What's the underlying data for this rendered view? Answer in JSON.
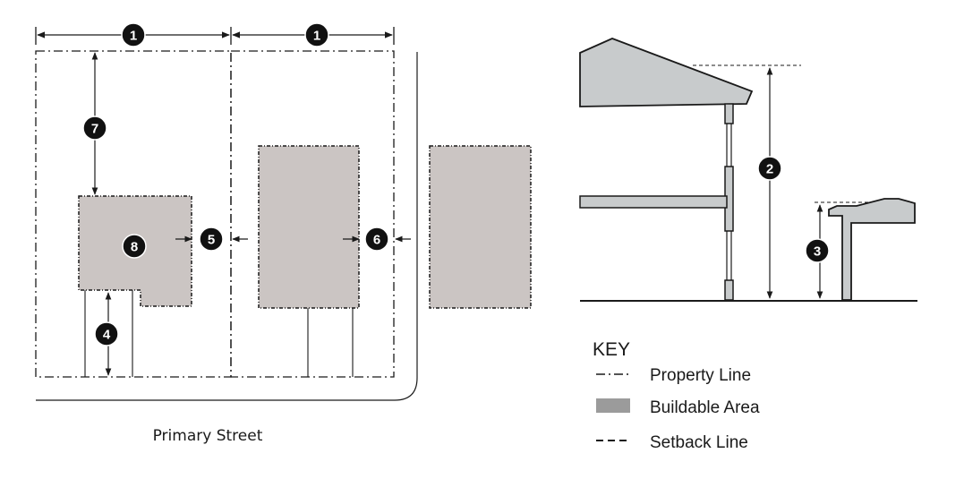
{
  "plan": {
    "street_label": "Primary Street",
    "markers": [
      "1",
      "1",
      "7",
      "8",
      "5",
      "6",
      "4"
    ]
  },
  "section": {
    "markers": [
      "2",
      "3"
    ]
  },
  "key": {
    "title": "KEY",
    "items": [
      {
        "label": "Property Line",
        "symbol": "dash-dot-line"
      },
      {
        "label": "Buildable Area",
        "symbol": "gray-swatch"
      },
      {
        "label": "Setback Line",
        "symbol": "dashed-line"
      }
    ]
  },
  "colors": {
    "buildable_area": "#cbc5c3",
    "roof_fill": "#c8cbcc",
    "marker_fill": "#111111",
    "line": "#1a1a1a",
    "key_swatch": "#9b9b9b"
  }
}
